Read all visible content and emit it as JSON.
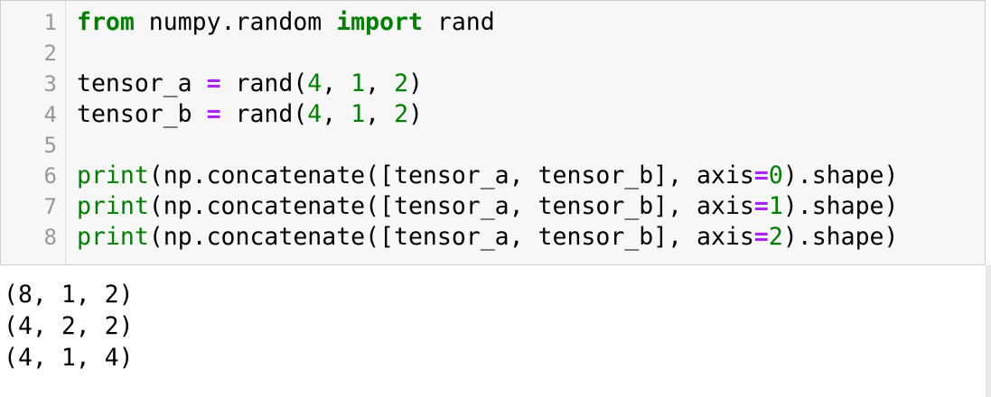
{
  "cell": {
    "line_numbers": [
      "1",
      "2",
      "3",
      "4",
      "5",
      "6",
      "7",
      "8"
    ],
    "code": {
      "l1_from": "from",
      "l1_module": " numpy.random ",
      "l1_import": "import",
      "l1_name": " rand",
      "l3_var": "tensor_a ",
      "l3_eq": "=",
      "l3_call": " rand(",
      "l3_n1": "4",
      "l3_c1": ", ",
      "l3_n2": "1",
      "l3_c2": ", ",
      "l3_n3": "2",
      "l3_close": ")",
      "l4_var": "tensor_b ",
      "l4_eq": "=",
      "l4_call": " rand(",
      "l4_n1": "4",
      "l4_c1": ", ",
      "l4_n2": "1",
      "l4_c2": ", ",
      "l4_n3": "2",
      "l4_close": ")",
      "print_kw": "print",
      "concat_call": "(np.concatenate([tensor_a, tensor_b], axis",
      "eq": "=",
      "axis0": "0",
      "axis1": "1",
      "axis2": "2",
      "shape_tail": ").shape)"
    }
  },
  "output": {
    "lines": [
      "(8, 1, 2)",
      "(4, 2, 2)",
      "(4, 1, 4)"
    ]
  },
  "colors": {
    "keyword": "#008000",
    "number": "#008000",
    "operator": "#aa22ff",
    "gutter_text": "#999999",
    "input_background": "#f7f7f7"
  }
}
